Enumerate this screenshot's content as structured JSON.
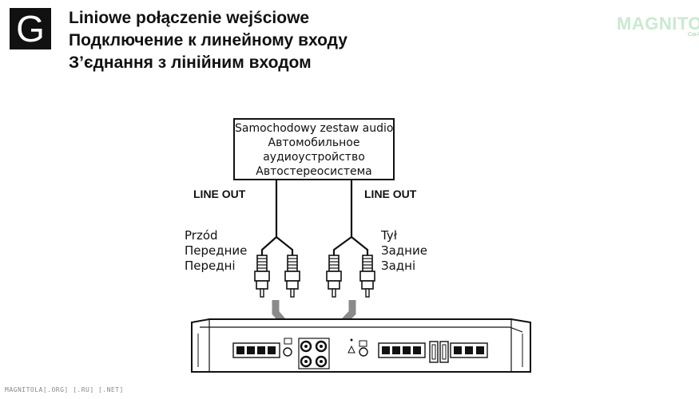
{
  "badge": {
    "letter": "G"
  },
  "titles": [
    "Liniowe połączenie wejściowe",
    "Подключение к линейному входу",
    "З’єднання з лінійним входом"
  ],
  "watermark": {
    "main": "MAGNITOLA",
    "sub": "CarAudio Team"
  },
  "footer": "MAGNITOLA[.ORG] [.RU] [.NET]",
  "head_unit": {
    "lines": [
      "Samochodowy zestaw audio",
      "Автомобильное",
      "аудиоустройство",
      "Автостереосистема"
    ]
  },
  "line_out_left": "LINE OUT",
  "line_out_right": "LINE OUT",
  "front_labels": [
    "Przód",
    "Передние",
    "Передні"
  ],
  "rear_labels": [
    "Tył",
    "Задние",
    "Задні"
  ],
  "colors": {
    "ink": "#111111",
    "arrow": "#8a8a8a",
    "watermark": "#c9ead0"
  },
  "icons": {
    "rca_plug": "rca-plug-icon",
    "arrow": "down-arrow-icon",
    "amplifier": "amplifier-icon"
  }
}
